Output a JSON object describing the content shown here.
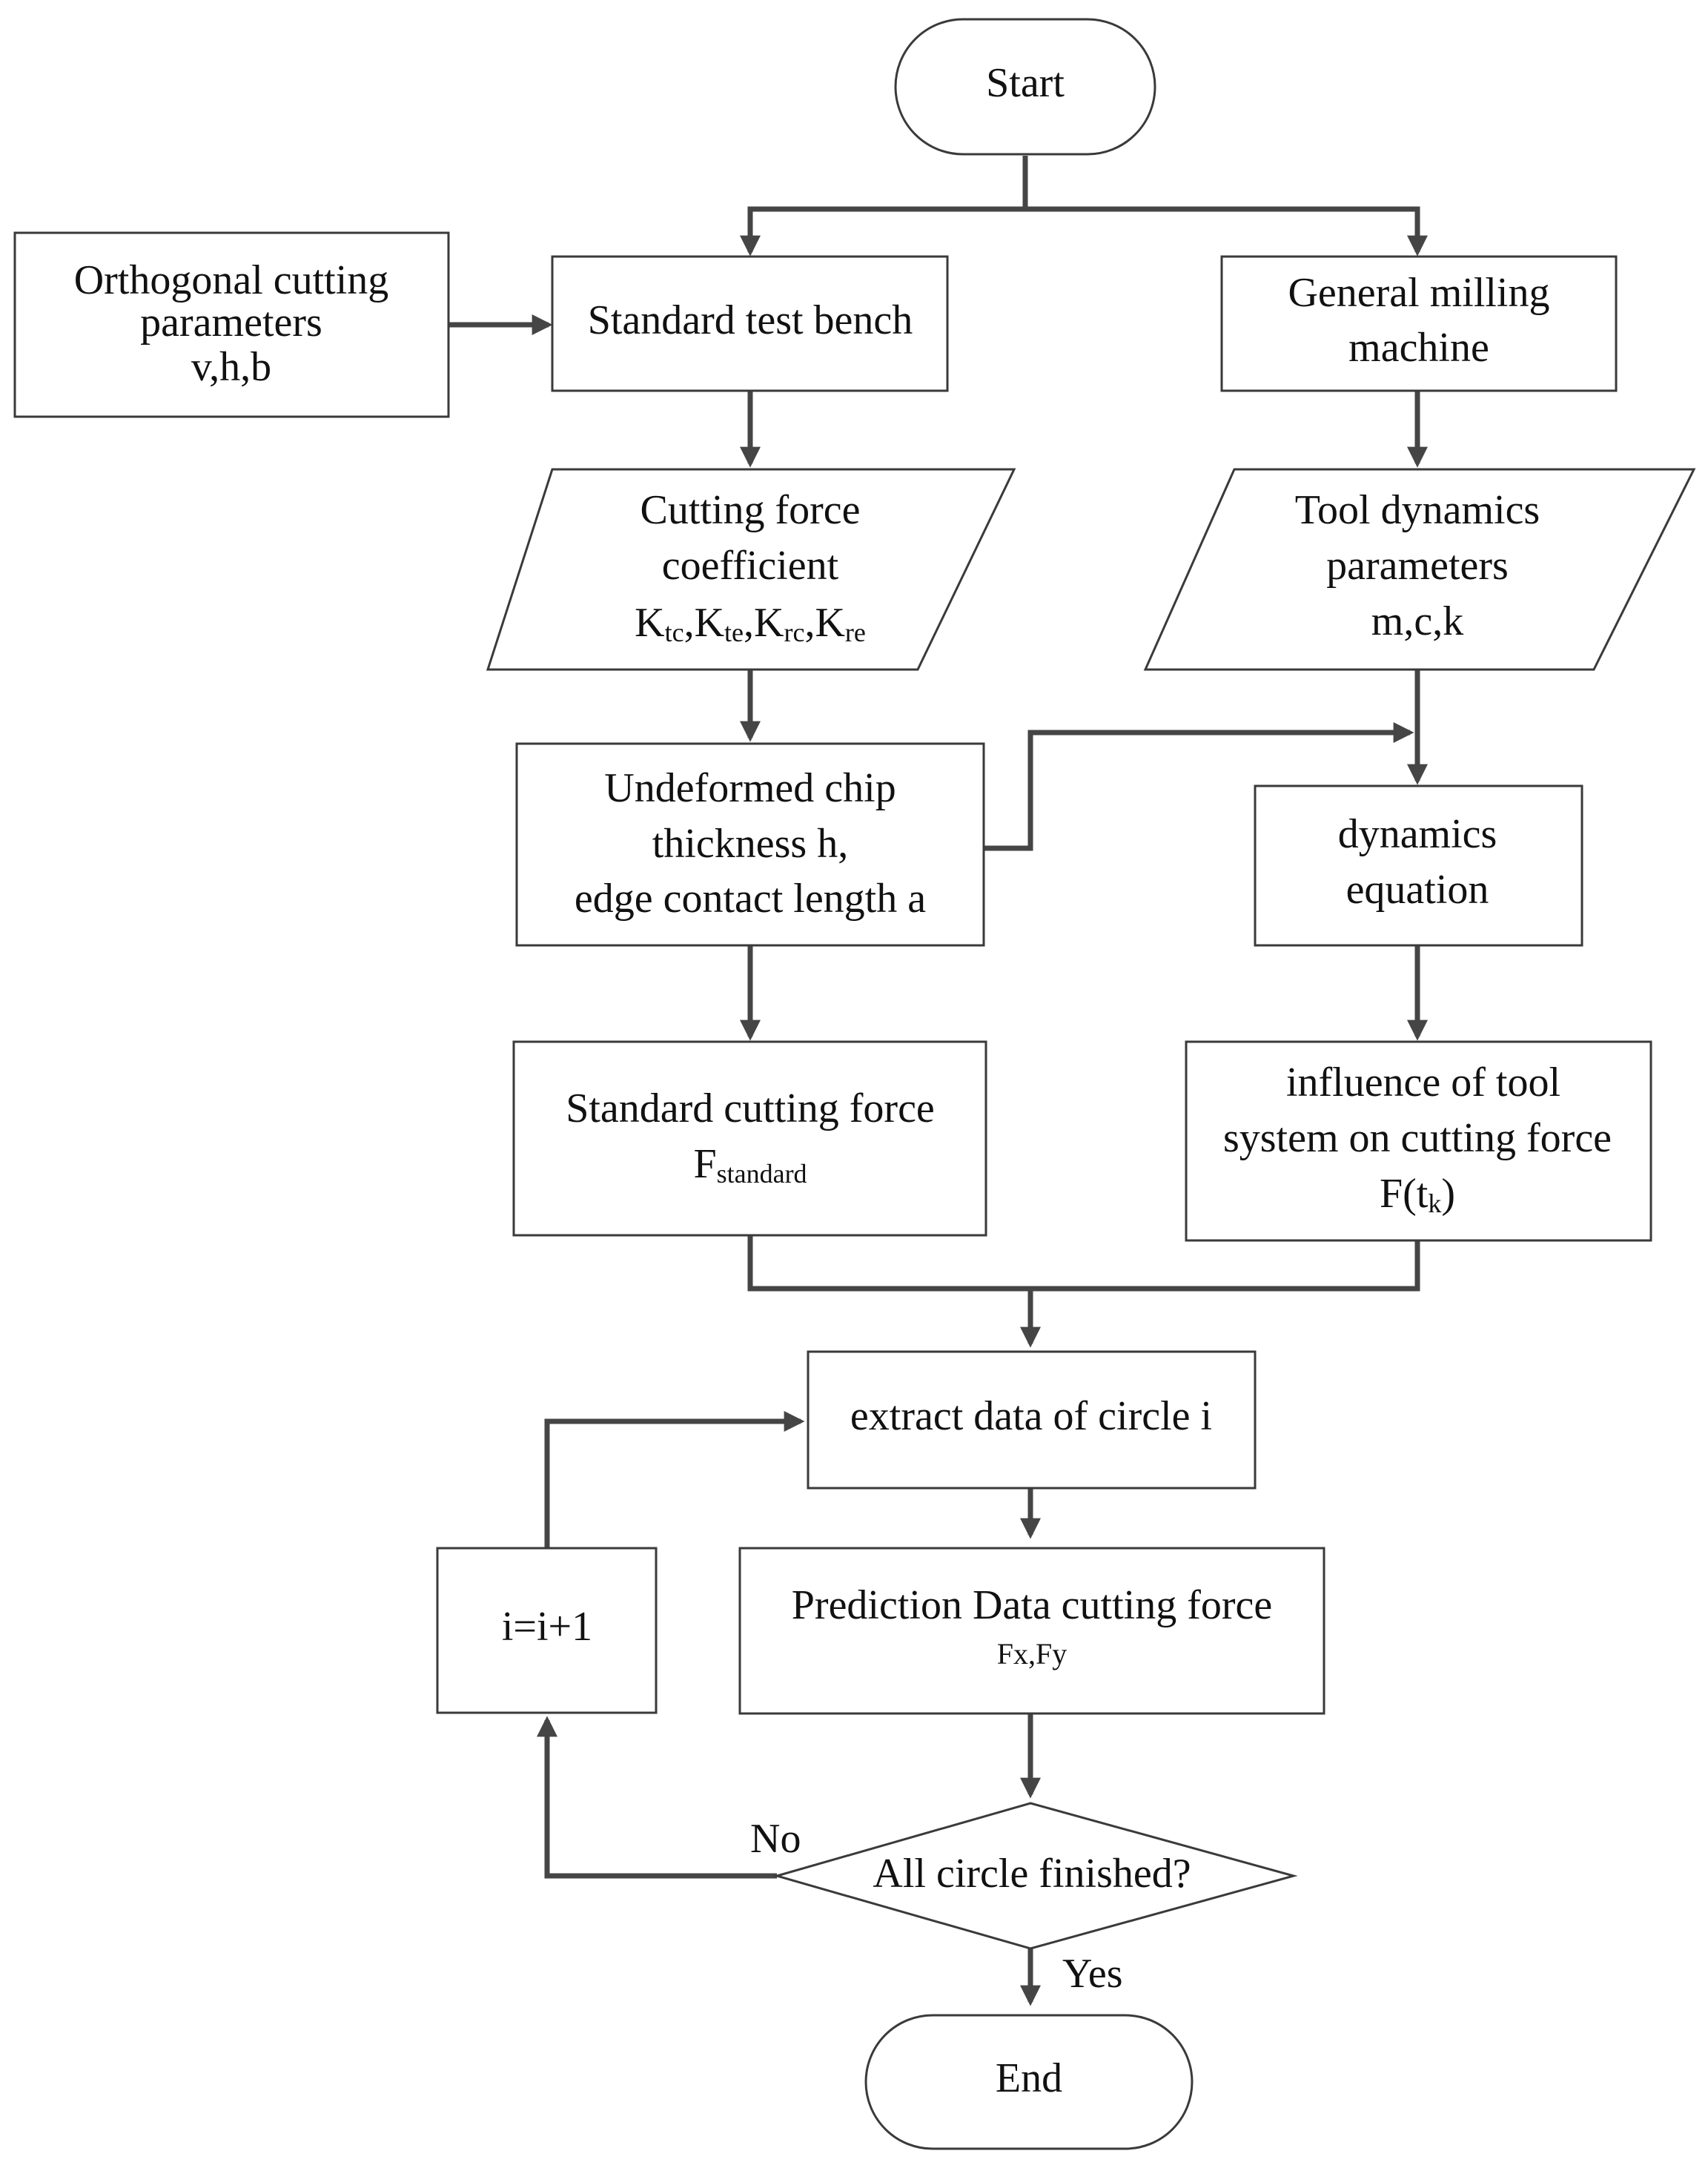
{
  "nodes": {
    "start": {
      "label": "Start"
    },
    "orthogonal": {
      "lines": [
        "Orthogonal cutting",
        "parameters",
        "v,h,b"
      ]
    },
    "bench": {
      "label": "Standard test bench"
    },
    "milling": {
      "lines": [
        "General milling",
        "machine"
      ]
    },
    "coefficient": {
      "lines": [
        "Cutting force",
        "coefficient"
      ],
      "symbols": [
        "K",
        "tc",
        ",K",
        "te",
        ",K",
        "rc",
        ",K",
        "re"
      ]
    },
    "tool_params": {
      "lines": [
        "Tool dynamics",
        "parameters",
        "m,c,k"
      ]
    },
    "chip": {
      "lines": [
        "Undeformed chip",
        "thickness h,",
        "edge contact length a"
      ]
    },
    "dyn_eq": {
      "lines": [
        "dynamics",
        "equation"
      ]
    },
    "std_force": {
      "label": "Standard cutting force",
      "symbol": "F",
      "symbol_sub": "standard"
    },
    "influence": {
      "lines": [
        "influence of tool",
        "system on cutting force"
      ],
      "symbol": "F(t",
      "symbol_sub": "k",
      "symbol_close": ")"
    },
    "extract": {
      "label": "extract data of circle i"
    },
    "increment": {
      "label": "i=i+1"
    },
    "prediction": {
      "label": "Prediction Data cutting force",
      "sublabel": "Fx,Fy"
    },
    "decision": {
      "label": "All circle finished?"
    },
    "end": {
      "label": "End"
    }
  },
  "edge_labels": {
    "no": "No",
    "yes": "Yes"
  },
  "colors": {
    "stroke": "#3a3a3a",
    "connector": "#454545",
    "text": "#111111"
  }
}
